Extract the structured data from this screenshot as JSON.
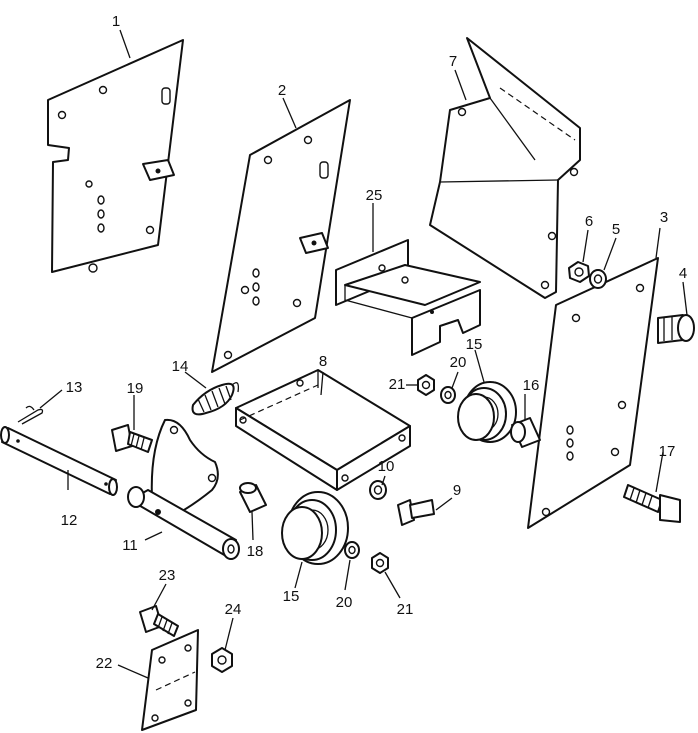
{
  "callouts": {
    "c1": "1",
    "c2": "2",
    "c3": "3",
    "c4": "4",
    "c5": "5",
    "c6": "6",
    "c7": "7",
    "c8": "8",
    "c9": "9",
    "c10": "10",
    "c11": "11",
    "c12": "12",
    "c13": "13",
    "c14": "14",
    "c15a": "15",
    "c15b": "15",
    "c16": "16",
    "c17": "17",
    "c18": "18",
    "c19": "19",
    "c20a": "20",
    "c20b": "20",
    "c21a": "21",
    "c21b": "21",
    "c22": "22",
    "c23": "23",
    "c24": "24",
    "c25": "25"
  },
  "colors": {
    "line": "#111111",
    "background": "#ffffff"
  }
}
